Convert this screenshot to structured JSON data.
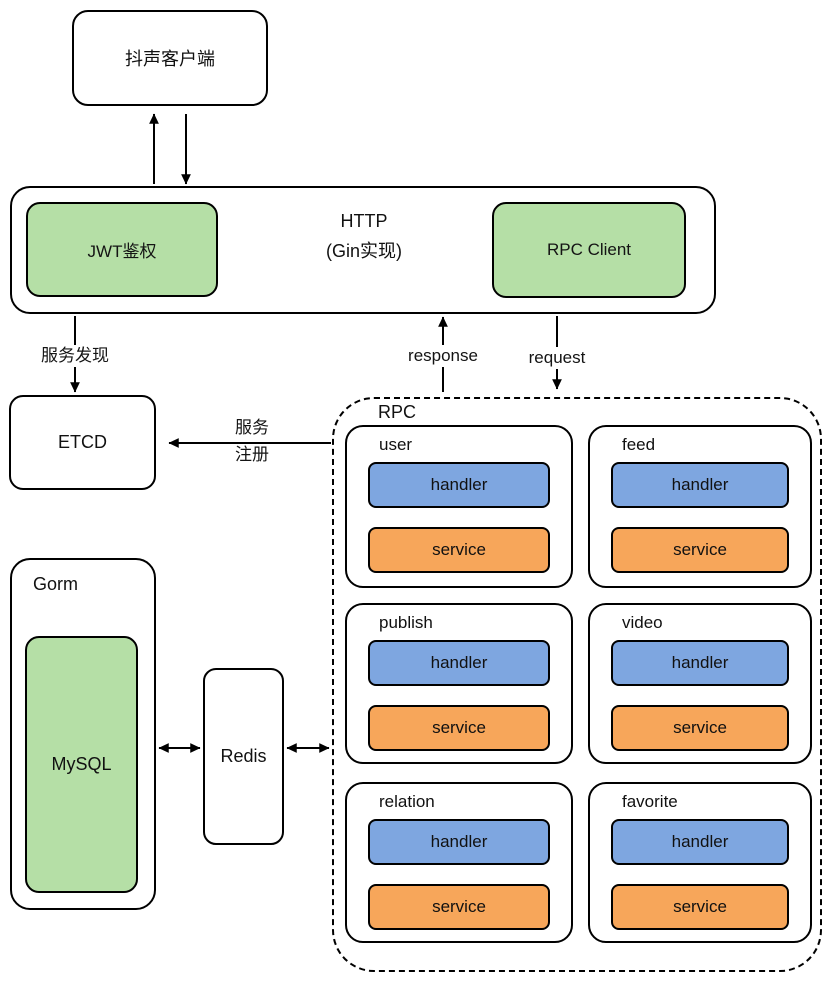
{
  "client": {
    "label": "抖声客户端"
  },
  "http": {
    "jwt_label": "JWT鉴权",
    "title": "HTTP",
    "subtitle": "(Gin实现)",
    "rpc_client_label": "RPC Client"
  },
  "etcd": {
    "label": "ETCD"
  },
  "edges": {
    "service_discovery": "服务发现",
    "service_register_line1": "服务",
    "service_register_line2": "注册",
    "response": "response",
    "request": "request"
  },
  "rpc": {
    "label": "RPC",
    "services": [
      {
        "name": "user",
        "handler": "handler",
        "service": "service"
      },
      {
        "name": "feed",
        "handler": "handler",
        "service": "service"
      },
      {
        "name": "publish",
        "handler": "handler",
        "service": "service"
      },
      {
        "name": "video",
        "handler": "handler",
        "service": "service"
      },
      {
        "name": "relation",
        "handler": "handler",
        "service": "service"
      },
      {
        "name": "favorite",
        "handler": "handler",
        "service": "service"
      }
    ]
  },
  "storage": {
    "gorm_label": "Gorm",
    "mysql_label": "MySQL",
    "redis_label": "Redis"
  },
  "colors": {
    "green": "#b5dfa6",
    "blue": "#7ea6e0",
    "orange": "#f7a65a",
    "stroke": "#000000",
    "canvas": "#ffffff"
  }
}
